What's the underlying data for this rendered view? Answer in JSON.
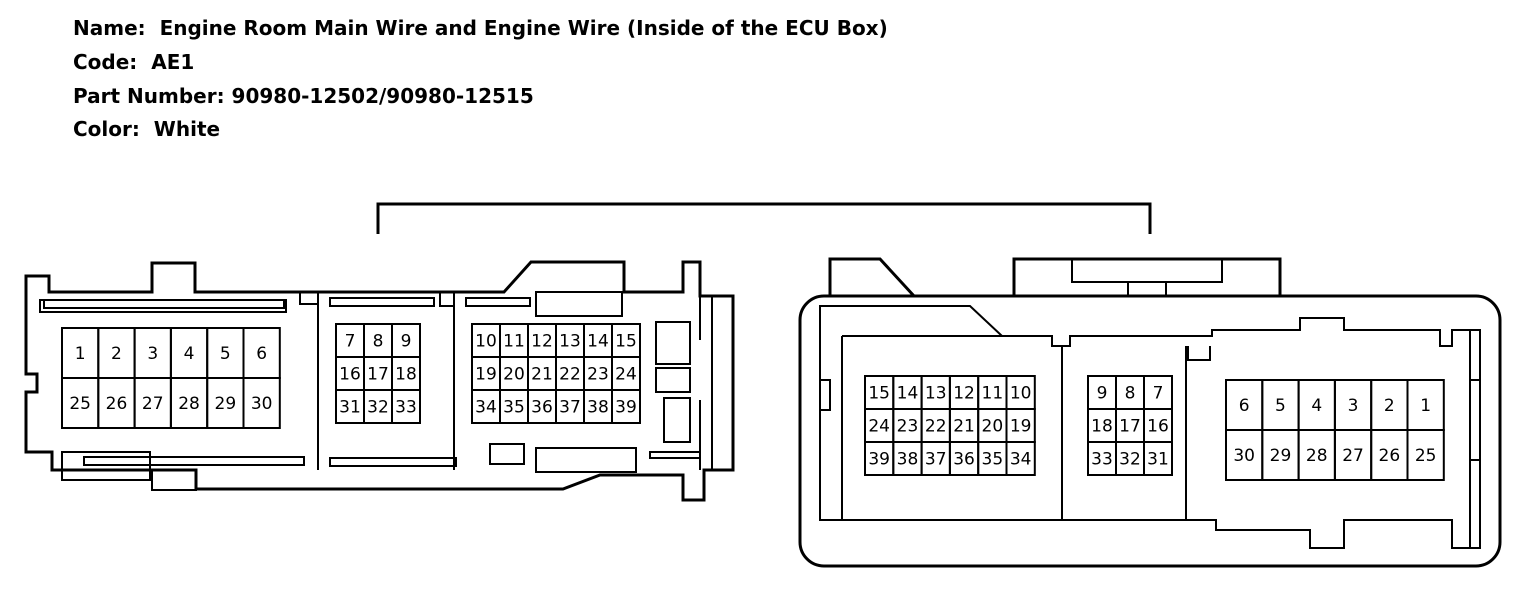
{
  "header": {
    "name_line": "Name:  Engine Room Main Wire and Engine Wire (Inside of the ECU Box)",
    "code_line": "Code:  AE1",
    "part_line": "Part Number: 90980-12502/90980-12515",
    "color_line": "Color:  White"
  },
  "left_connector": {
    "block_a": [
      [
        "1",
        "2",
        "3",
        "4",
        "5",
        "6"
      ],
      [
        "25",
        "26",
        "27",
        "28",
        "29",
        "30"
      ]
    ],
    "block_b": [
      [
        "7",
        "8",
        "9"
      ],
      [
        "16",
        "17",
        "18"
      ],
      [
        "31",
        "32",
        "33"
      ]
    ],
    "block_c": [
      [
        "10",
        "11",
        "12",
        "13",
        "14",
        "15"
      ],
      [
        "19",
        "20",
        "21",
        "22",
        "23",
        "24"
      ],
      [
        "34",
        "35",
        "36",
        "37",
        "38",
        "39"
      ]
    ]
  },
  "right_connector": {
    "block_c": [
      [
        "15",
        "14",
        "13",
        "12",
        "11",
        "10"
      ],
      [
        "24",
        "23",
        "22",
        "21",
        "20",
        "19"
      ],
      [
        "39",
        "38",
        "37",
        "36",
        "35",
        "34"
      ]
    ],
    "block_b": [
      [
        "9",
        "8",
        "7"
      ],
      [
        "18",
        "17",
        "16"
      ],
      [
        "33",
        "32",
        "31"
      ]
    ],
    "block_a": [
      [
        "6",
        "5",
        "4",
        "3",
        "2",
        "1"
      ],
      [
        "30",
        "29",
        "28",
        "27",
        "26",
        "25"
      ]
    ]
  }
}
